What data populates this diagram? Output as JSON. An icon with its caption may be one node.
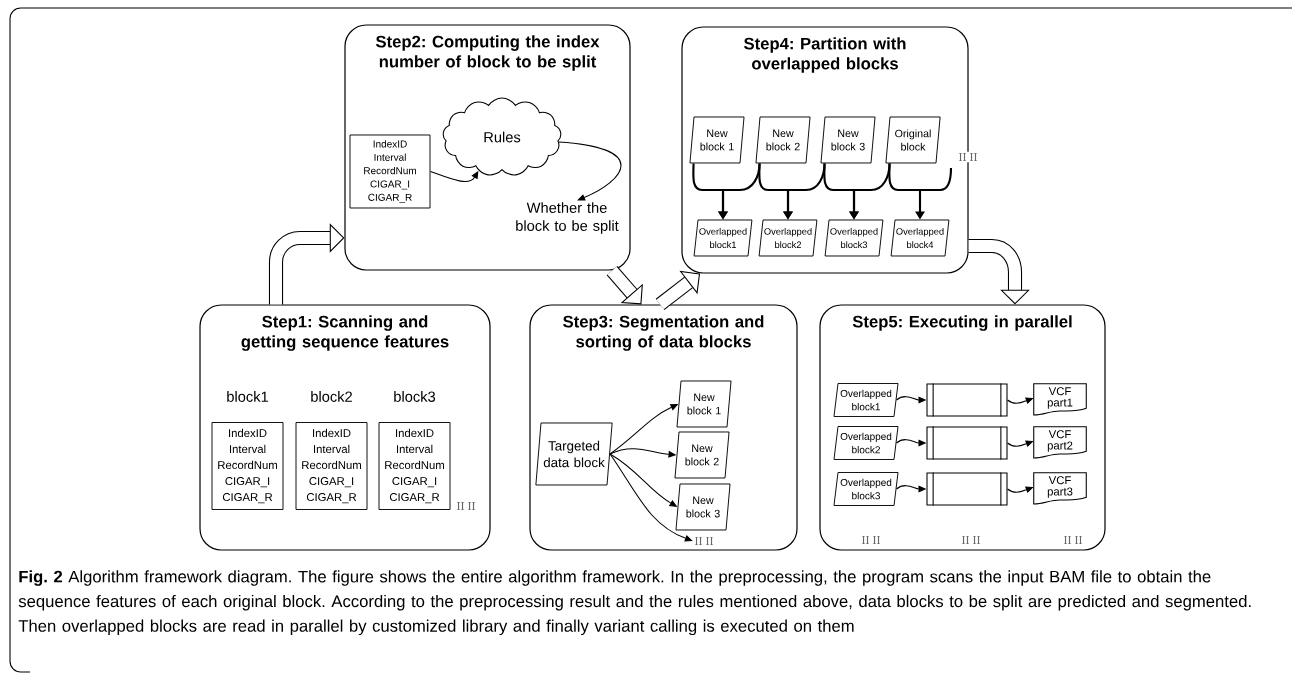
{
  "diagram": {
    "caption": "**Fig. 2** Algorithm framework diagram. The figure shows the entire algorithm framework. In the preprocessing, the program scans the input BAM file to obtain the sequence features of each original block. According to the preprocessing result and the rules mentioned above, data blocks to be split are predicted and segmented. Then overlapped blocks are read in parallel by customized library and finally variant calling is executed on them",
    "nodes": [
      {
        "text": [
          "Step2: Computing the index number of block to be split"
        ]
      },
      {
        "text": [
          "IndexID",
          "Interval",
          "RecordNum",
          "CIGAR_I",
          "CIGAR_R"
        ],
        "in": 0
      },
      {
        "text": [
          "Rules"
        ],
        "in": 0
      },
      {
        "text": [
          "Whether the block to be split"
        ],
        "in": 0
      },
      {
        "text": [
          "Step4: Partition with overlapped blocks"
        ]
      },
      {
        "text": [
          "New block 1"
        ],
        "in": 4
      },
      {
        "text": [
          "New block 2"
        ],
        "in": 4
      },
      {
        "text": [
          "New block 3"
        ],
        "in": 4
      },
      {
        "text": [
          "Original block"
        ],
        "in": 4
      },
      {
        "text": [
          "Overlapped block1"
        ],
        "in": 4
      },
      {
        "text": [
          "Overlapped block2"
        ],
        "in": 4
      },
      {
        "text": [
          "Overlapped block3"
        ],
        "in": 4
      },
      {
        "text": [
          "Overlapped block4"
        ],
        "in": 4
      },
      {
        "text": [
          "Step1: Scanning and getting sequence features"
        ]
      },
      {
        "text": [
          "IndexID",
          "Interval",
          "RecordNum",
          "CIGAR_I",
          "CIGAR_R"
        ],
        "beside": [
          "block1"
        ],
        "in": 13
      },
      {
        "text": [
          "IndexID",
          "Interval",
          "RecordNum",
          "CIGAR_I",
          "CIGAR_R"
        ],
        "beside": [
          "block2"
        ],
        "in": 13
      },
      {
        "text": [
          "IndexID",
          "Interval",
          "RecordNum",
          "CIGAR_I",
          "CIGAR_R"
        ],
        "beside": [
          "block3",
          "II II"
        ],
        "in": 13
      },
      {
        "text": [
          "Step3: Segmentation and sorting of data blocks"
        ]
      },
      {
        "text": [
          "Targeted data block"
        ],
        "in": 17
      },
      {
        "text": [
          "New block 1"
        ],
        "in": 17
      },
      {
        "text": [
          "New block 2"
        ],
        "in": 17
      },
      {
        "text": [
          "New block 3"
        ],
        "in": 17
      },
      {
        "text": [
          "II II"
        ],
        "in": 17
      },
      {
        "text": [
          "Step5: Executing in parallel"
        ]
      },
      {
        "text": [
          "Overlapped block1"
        ],
        "in": 23
      },
      {
        "text": [],
        "shape": "box",
        "in": 23
      },
      {
        "text": [
          "VCF part1"
        ],
        "in": 23
      },
      {
        "text": [
          "Overlapped block2"
        ],
        "in": 23
      },
      {
        "text": [],
        "shape": "box",
        "in": 23
      },
      {
        "text": [
          "VCF part2"
        ],
        "in": 23
      },
      {
        "text": [
          "Overlapped block3"
        ],
        "in": 23
      },
      {
        "text": [],
        "shape": "box",
        "in": 23
      },
      {
        "text": [
          "VCF part3"
        ],
        "in": 23
      }
    ],
    "edges": [
      {
        "from": 1,
        "to": 2,
        "arrow": "to"
      },
      {
        "from": 2,
        "to": 3,
        "arrow": "to"
      },
      {
        "from": 5,
        "to": 9,
        "arrow": "to"
      },
      {
        "from": 6,
        "to": 9,
        "arrow": "to"
      },
      {
        "from": 6,
        "to": 10,
        "arrow": "to"
      },
      {
        "from": 7,
        "to": 10,
        "arrow": "to"
      },
      {
        "from": 7,
        "to": 11,
        "arrow": "to"
      },
      {
        "from": 8,
        "to": 11,
        "arrow": "to"
      },
      {
        "from": 8,
        "to": 12,
        "arrow": "to"
      },
      {
        "from": 18,
        "to": 19,
        "arrow": "to"
      },
      {
        "from": 18,
        "to": 20,
        "arrow": "to"
      },
      {
        "from": 18,
        "to": 21,
        "arrow": "to"
      },
      {
        "from": 18,
        "to": 22,
        "arrow": "to"
      },
      {
        "from": 24,
        "to": 25,
        "arrow": "to"
      },
      {
        "from": 25,
        "to": 26,
        "arrow": "to"
      },
      {
        "from": 27,
        "to": 28,
        "arrow": "to"
      },
      {
        "from": 28,
        "to": 29,
        "arrow": "to"
      },
      {
        "from": 30,
        "to": 31,
        "arrow": "to"
      },
      {
        "from": 31,
        "to": 32,
        "arrow": "to"
      },
      {
        "from": 13,
        "to": 0,
        "arrow": "to",
        "style": "thick"
      },
      {
        "from": 0,
        "to": 17,
        "arrow": "to",
        "style": "thick"
      },
      {
        "from": 17,
        "to": 4,
        "arrow": "to",
        "style": "thick"
      },
      {
        "from": 4,
        "to": 23,
        "arrow": "to",
        "style": "thick"
      }
    ],
    "labels": [
      "II II",
      "II II",
      "II II",
      "II II"
    ]
  }
}
